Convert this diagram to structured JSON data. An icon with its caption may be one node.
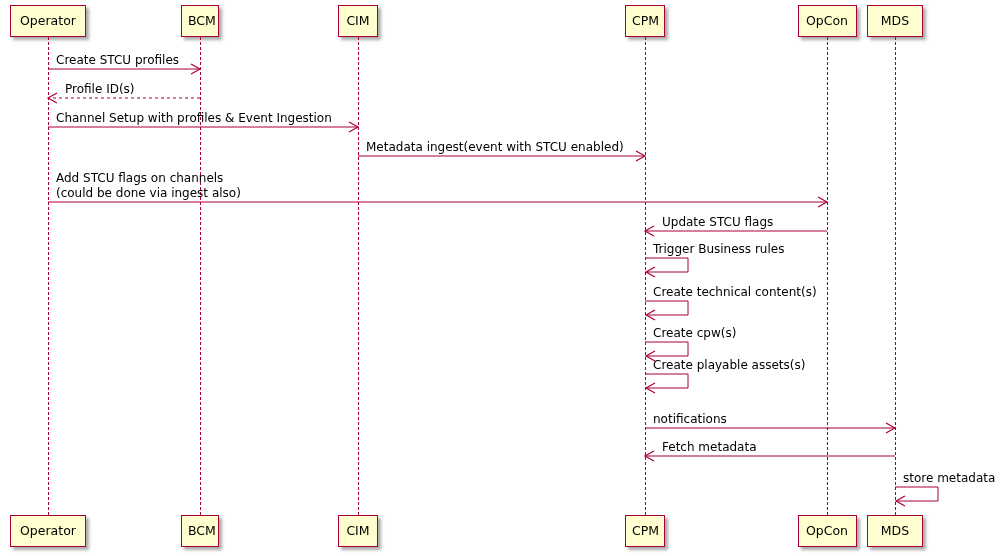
{
  "diagram": {
    "nodes": [
      {
        "text": [
          "Operator"
        ]
      },
      {
        "text": [
          "BCM"
        ]
      },
      {
        "text": [
          "CIM"
        ]
      },
      {
        "text": [
          "CPM"
        ]
      },
      {
        "text": [
          "OpCon"
        ]
      },
      {
        "text": [
          "MDS"
        ]
      },
      {
        "text": [
          "Operator"
        ]
      },
      {
        "text": [
          "BCM"
        ]
      },
      {
        "text": [
          "CIM"
        ]
      },
      {
        "text": [
          "CPM"
        ]
      },
      {
        "text": [
          "OpCon"
        ]
      },
      {
        "text": [
          "MDS"
        ]
      },
      {
        "text": [],
        "shape": "line"
      },
      {
        "text": [],
        "shape": "line"
      },
      {
        "text": [],
        "shape": "line"
      },
      {
        "text": [],
        "shape": "line"
      },
      {
        "text": [],
        "shape": "line"
      },
      {
        "text": [],
        "shape": "line"
      }
    ],
    "edges": [
      {
        "from": 12,
        "to": 13,
        "arrow": "to",
        "label": "Create STCU profiles"
      },
      {
        "from": 13,
        "to": 12,
        "arrow": "to",
        "label": "Profile ID(s)",
        "style": "dashed"
      },
      {
        "from": 12,
        "to": 14,
        "arrow": "to",
        "label": "Channel Setup with profiles & Event Ingestion"
      },
      {
        "from": 14,
        "to": 15,
        "arrow": "to",
        "label": "Metadata ingest(event with STCU enabled)"
      },
      {
        "from": 12,
        "to": 16,
        "arrow": "to",
        "label": "Add STCU flags on channels (could be done via ingest also)"
      },
      {
        "from": 16,
        "to": 15,
        "arrow": "to",
        "label": "Update STCU flags"
      },
      {
        "from": 15,
        "to": 15,
        "arrow": "to",
        "label": "Trigger Business rules"
      },
      {
        "from": 15,
        "to": 15,
        "arrow": "to",
        "label": "Create technical content(s)"
      },
      {
        "from": 15,
        "to": 15,
        "arrow": "to",
        "label": "Create cpw(s)"
      },
      {
        "from": 15,
        "to": 15,
        "arrow": "to",
        "label": "Create playable assets(s)"
      },
      {
        "from": 15,
        "to": 17,
        "arrow": "to",
        "label": "notifications"
      },
      {
        "from": 17,
        "to": 15,
        "arrow": "to",
        "label": "Fetch metadata"
      },
      {
        "from": 17,
        "to": 17,
        "arrow": "to",
        "label": "store metadata"
      }
    ]
  }
}
